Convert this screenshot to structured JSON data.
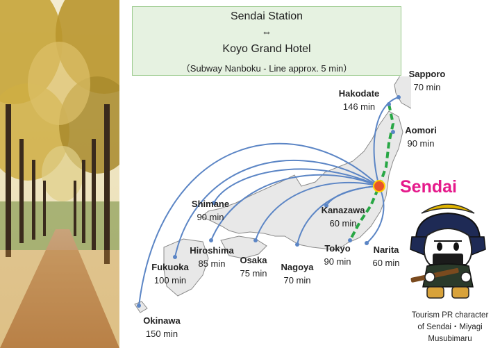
{
  "route_box": {
    "origin": "Sendai Station",
    "arrow": "⇔",
    "destination": "Koyo Grand Hotel",
    "note": "（Subway Nanboku - Line approx. 5 min）"
  },
  "hub": {
    "label": "Sendai",
    "color": "#e5198b",
    "marker_color": "#e8542a"
  },
  "cities": [
    {
      "id": "sapporo",
      "name": "Sapporo",
      "time": "70 min"
    },
    {
      "id": "hakodate",
      "name": "Hakodate",
      "time": "146 min"
    },
    {
      "id": "aomori",
      "name": "Aomori",
      "time": "90 min"
    },
    {
      "id": "shimane",
      "name": "Shimane",
      "time": "90 min"
    },
    {
      "id": "kanazawa",
      "name": "Kanazawa",
      "time": "60 min"
    },
    {
      "id": "hiroshima",
      "name": "Hiroshima",
      "time": "85 min"
    },
    {
      "id": "fukuoka",
      "name": "Fukuoka",
      "time": "100 min"
    },
    {
      "id": "osaka",
      "name": "Osaka",
      "time": "75 min"
    },
    {
      "id": "nagoya",
      "name": "Nagoya",
      "time": "70 min"
    },
    {
      "id": "tokyo",
      "name": "Tokyo",
      "time": "90 min"
    },
    {
      "id": "narita",
      "name": "Narita",
      "time": "60 min"
    },
    {
      "id": "okinawa",
      "name": "Okinawa",
      "time": "150 min"
    }
  ],
  "mascot_caption": {
    "line1": "Tourism PR character",
    "line2": "of Sendai・Miyagi",
    "line3": "Musubimaru"
  },
  "colors": {
    "flight_route": "#5b85c5",
    "rail_route": "#28a745",
    "land_fill": "#e8e8e8",
    "land_stroke": "#8a8a8a"
  }
}
